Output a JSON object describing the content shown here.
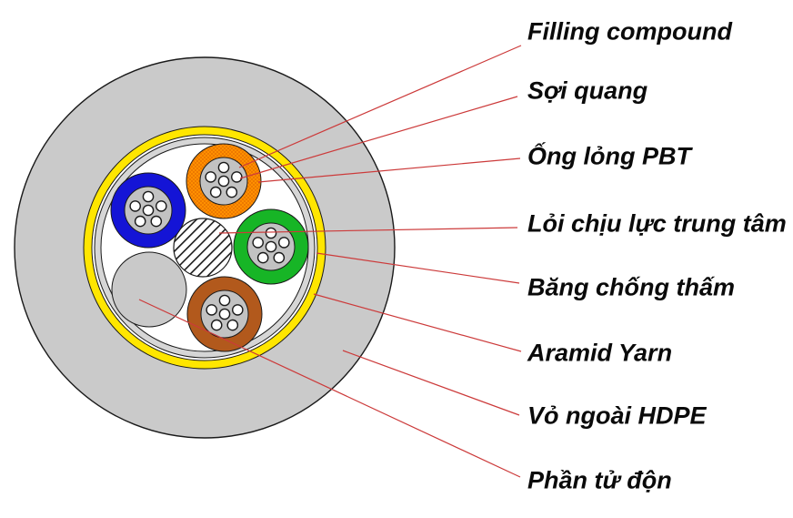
{
  "labels": [
    {
      "id": "filling-compound",
      "text": "Filling compound"
    },
    {
      "id": "soi-quang",
      "text": "Sợi quang"
    },
    {
      "id": "ong-long-pbt",
      "text": "Ống lỏng PBT"
    },
    {
      "id": "loi-chiu-luc-trung-tam",
      "text": "Lỏi chịu lực trung tâm"
    },
    {
      "id": "bang-chong-tham",
      "text": "Băng chống thấm"
    },
    {
      "id": "aramid-yarn",
      "text": "Aramid Yarn"
    },
    {
      "id": "vo-ngoai-hdpe",
      "text": "Vỏ ngoài HDPE"
    },
    {
      "id": "phan-tu-don",
      "text": "Phần tử độn"
    }
  ],
  "colors": {
    "leader_line": "#cc3a3a",
    "jacket_gray": "#cacaca",
    "aramid_yellow": "#ffe600",
    "tape_gray": "#d6d6d6",
    "interior_white": "#ffffff",
    "tube_blue": "#1414d6",
    "tube_orange": "#ff9000",
    "tube_green": "#17b526",
    "tube_brown": "#b2591c",
    "tube_inner_gray": "#c2c2c2",
    "filler_gray": "#c9c9c9",
    "label_text": "#0a0a0a"
  }
}
